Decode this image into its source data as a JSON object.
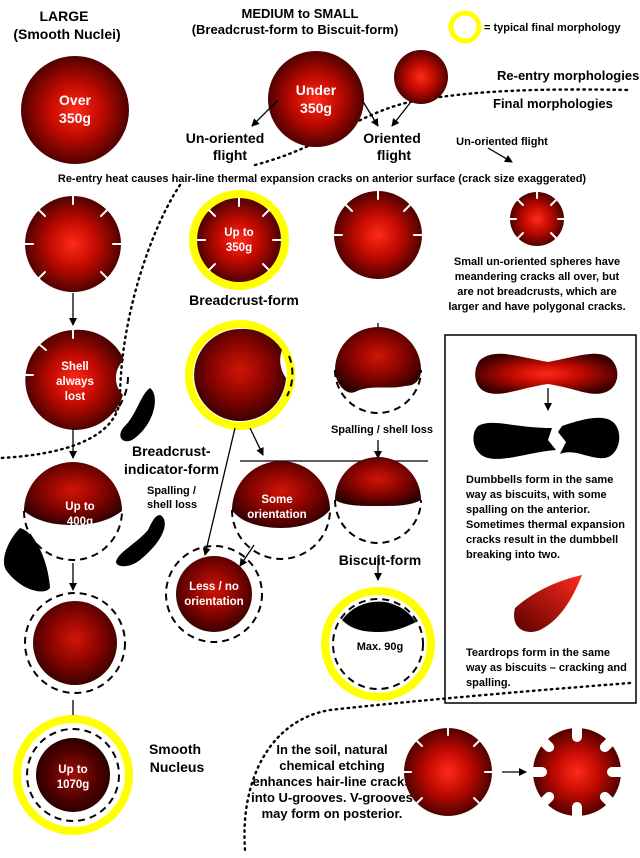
{
  "headers": {
    "large_line1": "LARGE",
    "large_line2": "(Smooth Nuclei)",
    "medium_line1": "MEDIUM to SMALL",
    "medium_line2": "(Breadcrust-form to Biscuit-form)",
    "legend": "= typical final morphology"
  },
  "zones": {
    "reentry": "Re-entry morphologies",
    "final": "Final morphologies"
  },
  "labels": {
    "over_line1": "Over",
    "over_line2": "350g",
    "under_line1": "Under",
    "under_line2": "350g",
    "unoriented_line1": "Un-oriented",
    "unoriented_line2": "flight",
    "oriented_line1": "Oriented",
    "oriented_line2": "flight",
    "unoriented_small": "Un-oriented flight",
    "heat_caption": "Re-entry heat causes hair-line thermal expansion cracks on anterior surface (crack size exaggerated)",
    "upto350_line1": "Up to",
    "upto350_line2": "350g",
    "breadcrust_form": "Breadcrust-form",
    "small_spheres": [
      "Small un-oriented spheres have",
      "meandering cracks all over, but",
      "are not breadcrusts, which are",
      "larger and have polygonal cracks."
    ],
    "shell_line1": "Shell",
    "shell_line2": "always",
    "shell_line3": "lost",
    "bc_indicator_line1": "Breadcrust-",
    "bc_indicator_line2": "indicator-form",
    "spalling_center": "Spalling / shell loss",
    "upto400_line1": "Up to",
    "upto400_line2": "400g",
    "spalling_left_line1": "Spalling /",
    "spalling_left_line2": "shell loss",
    "some_line1": "Some",
    "some_line2": "orientation",
    "less_line1": "Less / no",
    "less_line2": "orientation",
    "biscuit_form": "Biscuit-form",
    "max90": "Max. 90g",
    "dumbbell_text": [
      "Dumbbells form in the same",
      "way as biscuits, with some",
      "spalling on the anterior.",
      "Sometimes thermal expansion",
      "cracks result in the dumbbell",
      "breaking into two."
    ],
    "teardrop_text": [
      "Teardrops form in the same",
      "way as biscuits – cracking and",
      "spalling."
    ],
    "smooth_line1": "Smooth",
    "smooth_line2": "Nucleus",
    "upto1070_line1": "Up to",
    "upto1070_line2": "1070g",
    "soil_text": [
      "In the soil, natural",
      "chemical etching",
      "enhances hair-line cracks",
      "into U-grooves. V-grooves",
      "may form on posterior."
    ]
  },
  "colors": {
    "tektite_core": "#ff2a1a",
    "tektite_mid": "#b00000",
    "tektite_edge": "#3a0000",
    "highlight_ring": "#ffff00",
    "spall_black": "#000000"
  }
}
